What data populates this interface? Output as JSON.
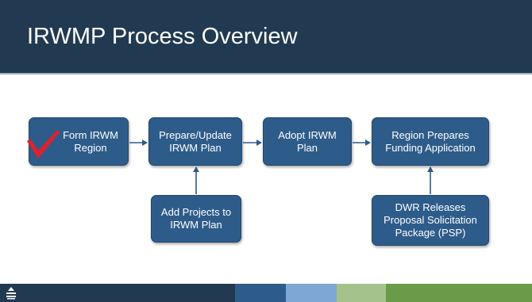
{
  "slide": {
    "title": "IRWMP Process Overview"
  },
  "diagram": {
    "nodes": {
      "form": "Form IRWM Region",
      "prepare": "Prepare/Update IRWM Plan",
      "adopt": "Adopt IRWM Plan",
      "funding": "Region Prepares Funding Application",
      "add_projects": "Add Projects to IRWM Plan",
      "dwr": "DWR Releases Proposal Solicitation Package (PSP)"
    },
    "checkmark": {
      "icon": "checkmark-icon",
      "color": "#e0202a"
    }
  },
  "colors": {
    "title_bar": "#213a51",
    "box_fill": "#2e5c8a",
    "footer_segments": [
      "#2e5c8a",
      "#7fa7d6",
      "#a3c28c",
      "#6b9b48"
    ]
  },
  "footer": {
    "logo": "agency-logo-icon"
  }
}
